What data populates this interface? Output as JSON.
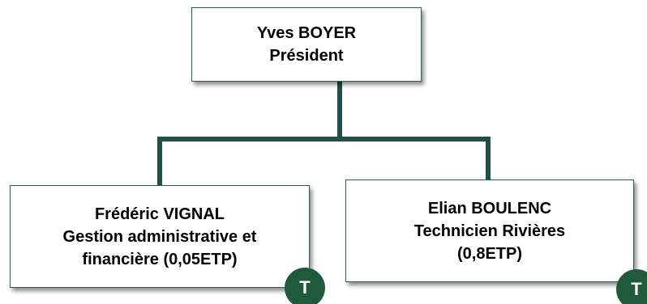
{
  "org_chart": {
    "president": {
      "name": "Yves BOYER",
      "role": "Président"
    },
    "members": [
      {
        "name": "Frédéric VIGNAL",
        "role_line1": "Gestion administrative et",
        "role_line2": "financière (0,05ETP)",
        "badge": "T"
      },
      {
        "name": "Elian BOULENC",
        "role_line1": "Technicien Rivières",
        "role_line2": "(0,8ETP)",
        "badge": "T"
      }
    ]
  },
  "colors": {
    "connector": "#1f4f45",
    "badge": "#1f5a3a",
    "border": "#2c5e4a"
  }
}
